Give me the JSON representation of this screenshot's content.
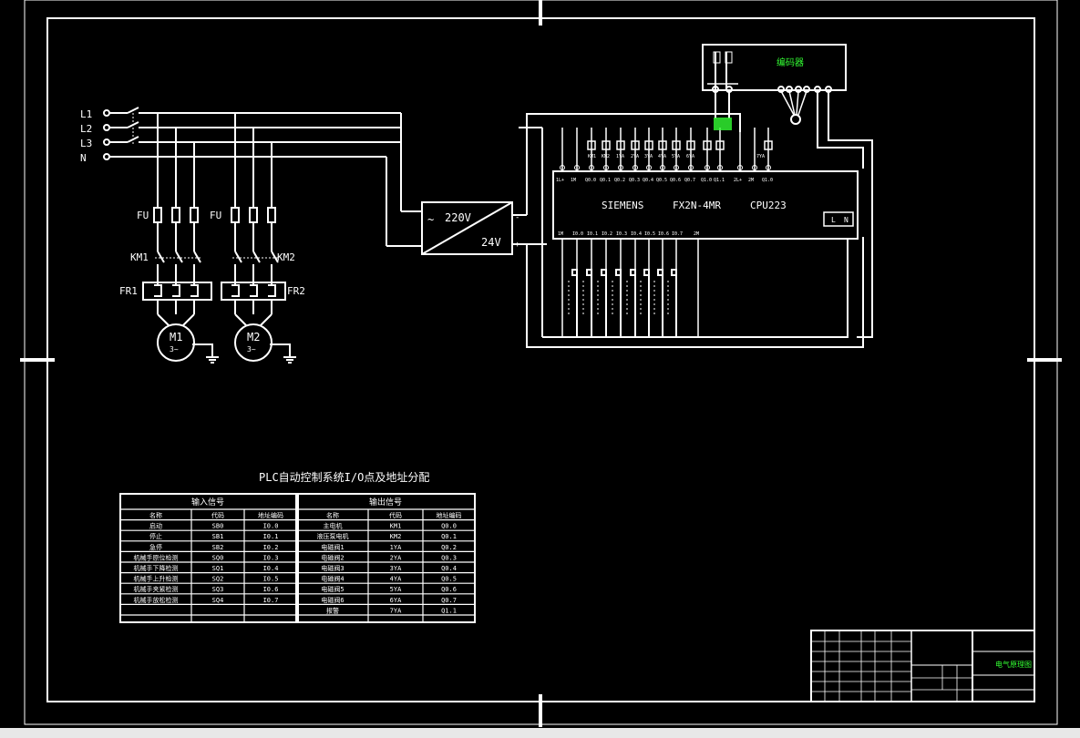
{
  "colors": {
    "background": "#000000",
    "line": "#ffffff",
    "accent": "#33ff33",
    "status_strip": "#e8e8e8"
  },
  "power": {
    "lines": [
      "L1",
      "L2",
      "L3",
      "N"
    ],
    "fuse_label": "FU",
    "contactors": [
      "KM1",
      "KM2"
    ],
    "relays": [
      "FR1",
      "FR2"
    ],
    "motors": [
      {
        "label": "M1",
        "sub": "3~"
      },
      {
        "label": "M2",
        "sub": "3~"
      }
    ]
  },
  "power_supply": {
    "input": "220V",
    "output": "24V",
    "tilde": "~",
    "minus": "-",
    "plus": "+"
  },
  "plc": {
    "brand": "SIEMENS",
    "model": "FX2N-4MR",
    "cpu": "CPU223",
    "terminals_top": [
      "1L+",
      "1M",
      "Q0.0",
      "Q0.1",
      "Q0.2",
      "Q0.3",
      "Q0.4",
      "Q0.5",
      "Q0.6",
      "Q0.7",
      "Q1.0",
      "Q1.1",
      "2L+",
      "2M",
      "Q1.0"
    ],
    "terminals_bottom": [
      "1M",
      "I0.0",
      "I0.1",
      "I0.2",
      "I0.3",
      "I0.4",
      "I0.5",
      "I0.6",
      "I0.7",
      "2M"
    ],
    "power_terms": [
      "L",
      "N"
    ],
    "coil_labels": [
      "KM1",
      "KM2",
      "1YA",
      "2YA",
      "3YA",
      "4YA",
      "5YA",
      "6YA",
      "7YA"
    ]
  },
  "table": {
    "title": "PLC自动控制系统I/O点及地址分配",
    "input_header": "输入信号",
    "output_header": "输出信号",
    "columns": [
      "名称",
      "代码",
      "地址编码"
    ],
    "input_rows": [
      [
        "启动",
        "SB0",
        "I0.0"
      ],
      [
        "停止",
        "SB1",
        "I0.1"
      ],
      [
        "急停",
        "SB2",
        "I0.2"
      ],
      [
        "机械手原位检测",
        "SQ0",
        "I0.3"
      ],
      [
        "机械手下降检测",
        "SQ1",
        "I0.4"
      ],
      [
        "机械手上升检测",
        "SQ2",
        "I0.5"
      ],
      [
        "机械手夹紧检测",
        "SQ3",
        "I0.6"
      ],
      [
        "机械手放松检测",
        "SQ4",
        "I0.7"
      ],
      [
        "",
        "",
        ""
      ]
    ],
    "output_rows": [
      [
        "主电机",
        "KM1",
        "Q0.0"
      ],
      [
        "液压泵电机",
        "KM2",
        "Q0.1"
      ],
      [
        "电磁阀1",
        "1YA",
        "Q0.2"
      ],
      [
        "电磁阀2",
        "2YA",
        "Q0.3"
      ],
      [
        "电磁阀3",
        "3YA",
        "Q0.4"
      ],
      [
        "电磁阀4",
        "4YA",
        "Q0.5"
      ],
      [
        "电磁阀5",
        "5YA",
        "Q0.6"
      ],
      [
        "电磁阀6",
        "6YA",
        "Q0.7"
      ],
      [
        "报警",
        "7YA",
        "Q1.1"
      ]
    ]
  },
  "encoder_label": "编码器",
  "title_block": {
    "drawing_name": "电气原理图"
  }
}
